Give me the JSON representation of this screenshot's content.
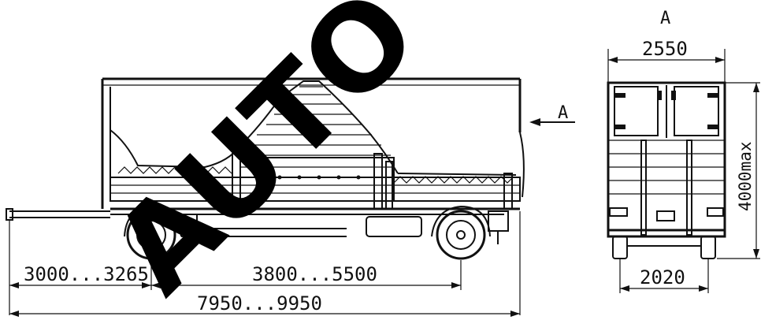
{
  "watermark": {
    "text": "AUTO",
    "color": "#000000"
  },
  "side_view": {
    "dim_front_to_axle": "3000...3265",
    "dim_wheelbase": "3800...5500",
    "dim_overall_length": "7950...9950",
    "view_arrow_label": "A"
  },
  "rear_view": {
    "view_title": "A",
    "dim_width": "2550",
    "dim_height": "4000max",
    "dim_track": "2020"
  }
}
